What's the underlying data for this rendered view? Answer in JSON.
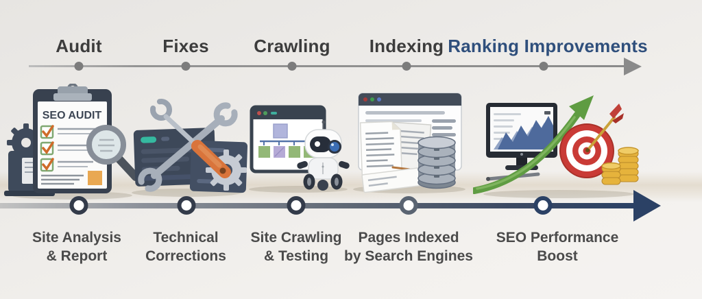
{
  "stages": [
    {
      "label": "Audit",
      "caption": "Site Analysis\n& Report",
      "icon": "seo-audit-clipboard"
    },
    {
      "label": "Fixes",
      "caption": "Technical\nCorrections",
      "icon": "crossed-tools-panels"
    },
    {
      "label": "Crawling",
      "caption": "Site Crawling\n& Testing",
      "icon": "crawler-robot-sitemap"
    },
    {
      "label": "Indexing",
      "caption": "Pages Indexed\nby Search Engines",
      "icon": "documents-database"
    },
    {
      "label": "Ranking Improvements",
      "caption": "SEO Performance\nBoost",
      "icon": "growth-chart-target-coins"
    }
  ],
  "audit_illustration": {
    "clipboard_title": "SEO AUDIT"
  },
  "palette": {
    "stage_label_gray": "#3c3c3c",
    "final_stage_navy": "#2f4f7c",
    "top_line_gray": "#8a8a8a",
    "bottom_line_navy": "#2b4165",
    "caption_gray": "#4a4a4a",
    "panel_slate": "#3d4859",
    "accent_orange": "#d9743b",
    "accent_teal": "#35b9a0",
    "accent_green": "#5f9c42",
    "accent_red": "#c93b36",
    "accent_gold": "#e3b23a"
  }
}
